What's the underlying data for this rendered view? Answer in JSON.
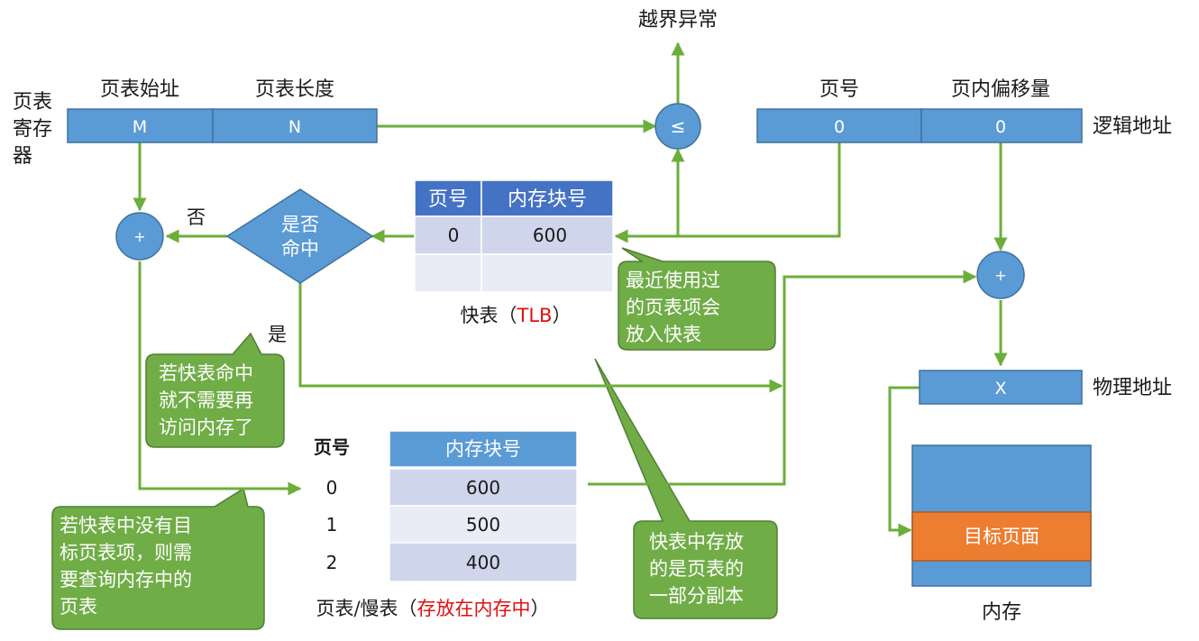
{
  "register": {
    "label_lines": [
      "页表",
      "寄存",
      "器"
    ],
    "col_start_label": "页表始址",
    "col_length_label": "页表长度",
    "start_value": "M",
    "length_value": "N"
  },
  "compare": {
    "symbol": "≤",
    "exception_label": "越界异常"
  },
  "logical_address": {
    "label": "逻辑地址",
    "page_label": "页号",
    "offset_label": "页内偏移量",
    "page_value": "0",
    "offset_value": "0"
  },
  "tlb": {
    "header_page": "页号",
    "header_block": "内存块号",
    "rows": [
      {
        "page": "0",
        "block": "600"
      },
      {
        "page": "",
        "block": ""
      }
    ],
    "caption_prefix": "快表（",
    "caption_highlight": "TLB",
    "caption_suffix": "）"
  },
  "decision": {
    "lines": [
      "是否",
      "命中"
    ],
    "no_label": "否",
    "yes_label": "是"
  },
  "adders": {
    "left": "+",
    "right": "+"
  },
  "page_table": {
    "header_page": "页号",
    "header_block": "内存块号",
    "rows": [
      {
        "page": "0",
        "block": "600"
      },
      {
        "page": "1",
        "block": "500"
      },
      {
        "page": "2",
        "block": "400"
      }
    ],
    "caption_prefix": "页表/慢表（",
    "caption_highlight": "存放在内存中",
    "caption_suffix": "）"
  },
  "physical_address": {
    "value": "X",
    "label": "物理地址"
  },
  "memory": {
    "target_label": "目标页面",
    "caption": "内存"
  },
  "callouts": {
    "tlb_recent": [
      "最近使用过",
      "的页表项会",
      "放入快表"
    ],
    "tlb_hit": [
      "若快表命中",
      "就不需要再",
      "访问内存了"
    ],
    "tlb_miss": [
      "若快表中没有目",
      "标页表项，则需",
      "要查询内存中的",
      "页表"
    ],
    "tlb_copy": [
      "快表中存放",
      "的是页表的",
      "一部分副本"
    ]
  },
  "colors": {
    "box_blue": "#5b9bd5",
    "table_header": "#4472c4",
    "table_cell": "#cfd5ea",
    "flow_green": "#6bae3a",
    "callout_green": "#70ad47",
    "target_orange": "#ed7d31",
    "highlight_red": "#e01010"
  }
}
